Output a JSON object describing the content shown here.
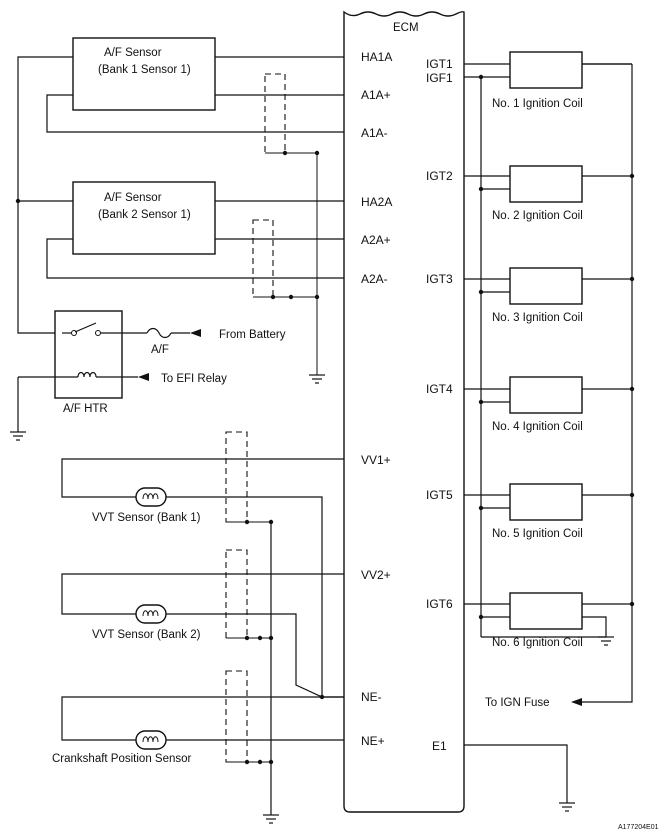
{
  "ecm": {
    "title": "ECM"
  },
  "af_sensors": [
    {
      "line1": "A/F Sensor",
      "line2": "(Bank 1 Sensor 1)"
    },
    {
      "line1": "A/F Sensor",
      "line2": "(Bank 2 Sensor 1)"
    }
  ],
  "left_pins": {
    "ha1a": "HA1A",
    "a1a_plus": "A1A+",
    "a1a_minus": "A1A-",
    "ha2a": "HA2A",
    "a2a_plus": "A2A+",
    "a2a_minus": "A2A-",
    "vv1_plus": "VV1+",
    "vv2_plus": "VV2+",
    "ne_minus": "NE-",
    "ne_plus": "NE+"
  },
  "heater": {
    "relay_label": "A/F HTR",
    "fuse_label": "A/F",
    "from_battery": "From Battery",
    "to_efi_relay": "To EFI Relay"
  },
  "vvt": [
    {
      "label": "VVT Sensor (Bank 1)"
    },
    {
      "label": "VVT Sensor (Bank 2)"
    }
  ],
  "crank": {
    "label": "Crankshaft Position Sensor"
  },
  "right_pins": {
    "igt1": "IGT1",
    "igf1": "IGF1",
    "igt2": "IGT2",
    "igt3": "IGT3",
    "igt4": "IGT4",
    "igt5": "IGT5",
    "igt6": "IGT6",
    "e1": "E1"
  },
  "coils": [
    {
      "label": "No. 1 Ignition Coil"
    },
    {
      "label": "No. 2 Ignition Coil"
    },
    {
      "label": "No. 3 Ignition Coil"
    },
    {
      "label": "No. 4 Ignition Coil"
    },
    {
      "label": "No. 5 Ignition Coil"
    },
    {
      "label": "No. 6 Ignition Coil"
    }
  ],
  "ign_fuse": {
    "label": "To IGN Fuse"
  },
  "figure_code": "A177204E01"
}
